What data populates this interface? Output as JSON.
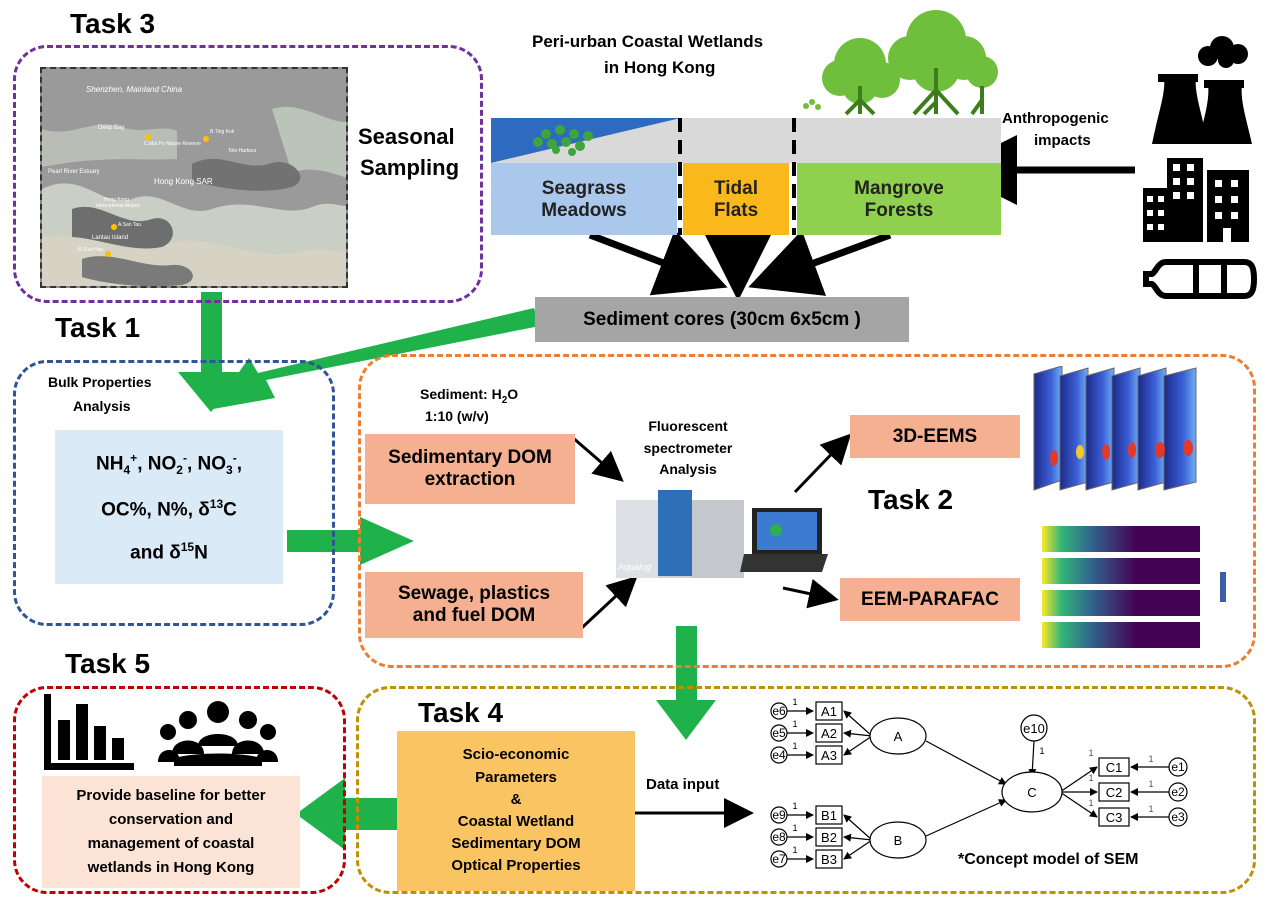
{
  "task3": {
    "title": "Task 3",
    "caption_line1": "Seasonal",
    "caption_line2": "Sampling",
    "map": {
      "label_shenzhen": "Shenzhen, Mainland China",
      "label_deep_bay": "Deep Bay",
      "label_maipo": "C.Mai Po Nature Reserve",
      "label_tingkok": "B.Ting Kok",
      "label_tolo": "Tolo Harbour",
      "label_pearl": "Pearl River Estuary",
      "label_hksar": "Hong Kong SAR",
      "label_airport_1": "Hong Kong",
      "label_airport_2": "International Airport",
      "label_santau": "A.San Tau",
      "label_lantau": "Lantau Island",
      "label_shuihau": "B.Shui Hau"
    }
  },
  "wetlands": {
    "title_line1": "Peri-urban Coastal Wetlands",
    "title_line2": "in Hong Kong",
    "seagrass_line1": "Seagrass",
    "seagrass_line2": "Meadows",
    "tidal_line1": "Tidal",
    "tidal_line2": "Flats",
    "mangrove_line1": "Mangrove",
    "mangrove_line2": "Forests",
    "anthropogenic_line1": "Anthropogenic",
    "anthropogenic_line2": "impacts"
  },
  "sediment_cores": "Sediment cores (30cm 6x5cm )",
  "task1": {
    "title": "Task 1",
    "bulk_line1": "Bulk Properties",
    "bulk_line2": "Analysis",
    "params_nh": "NH",
    "params_nh_sub": "4",
    "params_nh_sup": "+",
    "params_no2": ", NO",
    "params_no2_sub": "2",
    "params_no2_sup": "-",
    "params_no3": ", NO",
    "params_no3_sub": "3",
    "params_no3_sup": "-",
    "params_comma": ",",
    "params_line2_a": "OC%, N%, δ",
    "params_c_sup": "13",
    "params_c": "C",
    "params_line3_a": "and δ",
    "params_n_sup": "15",
    "params_n": "N"
  },
  "task2": {
    "title": "Task 2",
    "ratio_line1_a": "Sediment: H",
    "ratio_line1_sub": "2",
    "ratio_line1_b": "O",
    "ratio_line2": "1:10 (w/v)",
    "extraction_line1": "Sedimentary DOM",
    "extraction_line2": "extraction",
    "sewage_line1": "Sewage, plastics",
    "sewage_line2": "and fuel DOM",
    "fluor_line1": "Fluorescent",
    "fluor_line2": "spectrometer",
    "fluor_line3": "Analysis",
    "instrument_brand": "Aqualog",
    "eems": "3D-EEMS",
    "parafac": "EEM-PARAFAC"
  },
  "task4": {
    "title": "Task 4",
    "params_line1": "Scio-economic",
    "params_line2": "Parameters",
    "params_line3": "&",
    "params_line4": "Coastal Wetland",
    "params_line5": "Sedimentary DOM",
    "params_line6": "Optical Properties",
    "data_input": "Data input",
    "sem_caption": "*Concept model of SEM",
    "sem": {
      "errors_a": [
        "e6",
        "e5",
        "e4"
      ],
      "indicators_a": [
        "A1",
        "A2",
        "A3"
      ],
      "errors_b": [
        "e9",
        "e8",
        "e7"
      ],
      "indicators_b": [
        "B1",
        "B2",
        "B3"
      ],
      "indicators_c": [
        "C1",
        "C2",
        "C3"
      ],
      "errors_c": [
        "e1",
        "e2",
        "e3"
      ],
      "latent_a": "A",
      "latent_b": "B",
      "latent_c": "C",
      "disturbance_c": "e10",
      "loading": "1"
    }
  },
  "task5": {
    "title": "Task 5",
    "baseline_line1": "Provide baseline for better",
    "baseline_line2": "conservation and",
    "baseline_line3": "management of coastal",
    "baseline_line4": "wetlands in Hong Kong"
  },
  "colors": {
    "task3_border": "#7030a0",
    "task1_border": "#2f5597",
    "task2_border": "#ed7d31",
    "task4_border": "#bf9000",
    "task5_border": "#c00000",
    "green_arrow": "#1fb24a",
    "salmon_box": "#f4b091",
    "bulk_box": "#dbeaf7",
    "task4_box": "#fbc462",
    "baseline_box": "#fbe3d6",
    "seagrass": "#a9c8ec",
    "tidal": "#fbb81b",
    "mangrove": "#8fd14f",
    "sediment_box": "#a5a5a5"
  },
  "icons": [
    "factory-icon",
    "buildings-icon",
    "plastic-bottle-icon",
    "bar-chart-icon",
    "people-group-icon",
    "tree-icon",
    "seagrass-icon",
    "spectrometer-icon",
    "eems-plots-icon",
    "parafac-plots-icon",
    "map-icon"
  ]
}
